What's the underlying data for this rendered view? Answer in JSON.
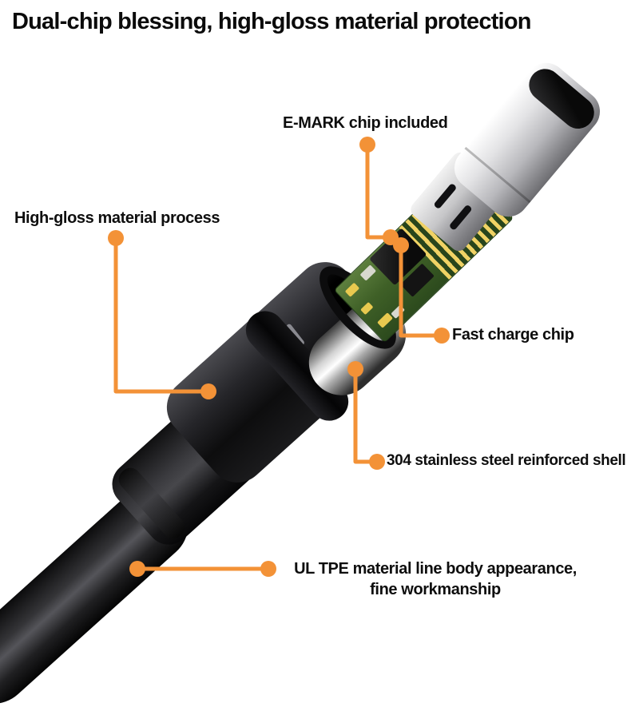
{
  "title": "Dual-chip blessing, high-gloss material protection",
  "colors": {
    "accent_orange": "#F39237",
    "text": "#0b0b0b",
    "pcb_green": "#3F6027",
    "contact_gold": "#F0D264",
    "metal_silver": "#D9D9DB",
    "plastic_black": "#111113",
    "background": "#FFFFFF"
  },
  "callouts": [
    {
      "id": "emark-chip",
      "label": "E-MARK chip included"
    },
    {
      "id": "high-gloss",
      "label": "High-gloss material process"
    },
    {
      "id": "fast-charge",
      "label": "Fast charge chip"
    },
    {
      "id": "steel-shell",
      "label": "304 stainless steel reinforced shell"
    },
    {
      "id": "tpe-body",
      "label_line1": "UL TPE material line body appearance,",
      "label_line2": "fine workmanship"
    }
  ]
}
